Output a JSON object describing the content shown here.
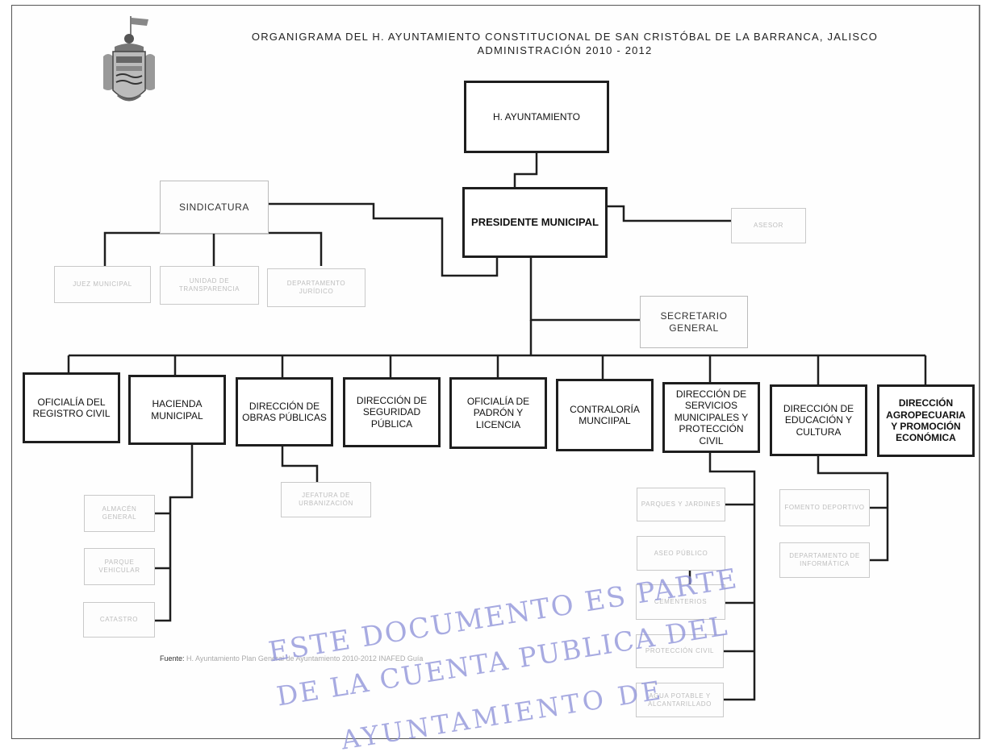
{
  "header": {
    "title_line1": "ORGANIGRAMA DEL H. AYUNTAMIENTO CONSTITUCIONAL DE SAN CRISTÓBAL DE LA BARRANCA, JALISCO",
    "title_line2": "ADMINISTRACIÓN 2010 - 2012"
  },
  "nodes": {
    "ayuntamiento": "H. AYUNTAMIENTO",
    "presidente": "PRESIDENTE MUNICIPAL",
    "sindicatura": "SINDICATURA",
    "asesor": "ASESOR",
    "juez": "JUEZ MUNICIPAL",
    "transparencia": "UNIDAD DE TRANSPARENCIA",
    "juridico": "DEPARTAMENTO JURÍDICO",
    "secretario": "SECRETARIO GENERAL",
    "registro_civil": "OFICIALÍA DEL REGISTRO CIVIL",
    "hacienda": "HACIENDA MUNICIPAL",
    "obras": "DIRECCIÓN DE OBRAS PÚBLICAS",
    "seguridad": "DIRECCIÓN DE SEGURIDAD PÚBLICA",
    "padron": "OFICIALÍA DE PADRÓN Y LICENCIA",
    "contraloria": "CONTRALORÍA MUNCIIPAL",
    "servicios": "DIRECCIÓN DE SERVICIOS MUNICIPALES Y PROTECCIÓN CIVIL",
    "educacion": "DIRECCIÓN DE EDUCACIÓN Y CULTURA",
    "agropecuaria": "DIRECCIÓN AGROPECUARIA Y PROMOCIÓN ECONÓMICA",
    "almacen": "ALMACÉN GENERAL",
    "parque": "PARQUE VEHICULAR",
    "catastro": "CATASTRO",
    "urbanizacion": "JEFATURA DE URBANIZACIÓN",
    "parques": "PARQUES Y JARDINES",
    "aseo": "ASEO PÚBLICO",
    "cementerios": "CEMENTERIOS",
    "proteccion": "PROTECCIÓN CIVIL",
    "agua": "AGUA POTABLE Y ALCANTARILLADO",
    "fomento": "FOMENTO DEPORTIVO",
    "informatica": "DEPARTAMENTO DE INFORMÁTICA"
  },
  "footer": {
    "source_label": "Fuente:",
    "source_text": "H. Ayuntamiento Plan General de Ayuntamiento 2010-2012 INAFED Guía"
  },
  "stamp": {
    "line1": "ESTE DOCUMENTO ES PARTE",
    "line2": "DE LA CUENTA PUBLICA DEL",
    "line3": "AYUNTAMIENTO DE"
  },
  "colors": {
    "line": "#1e1e1e",
    "stamp": "#8a8fd8",
    "faint_text": "#bdbdbd"
  }
}
